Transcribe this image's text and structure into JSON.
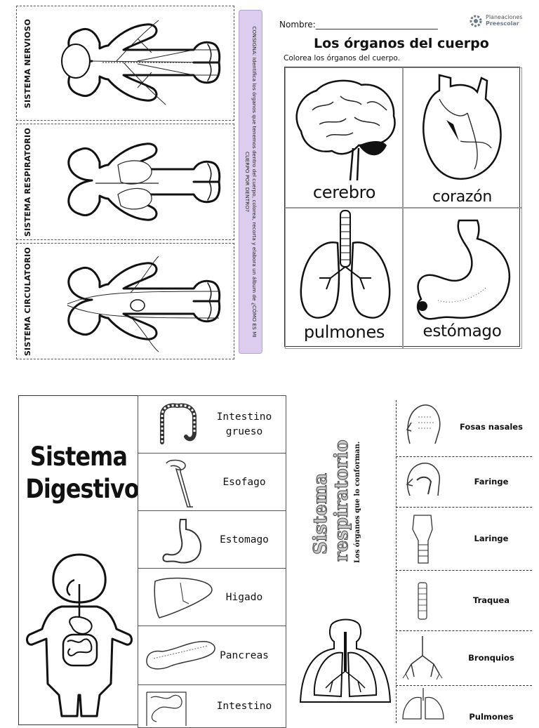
{
  "nervous_panels": [
    {
      "label": "SISTEMA NERVIOSO"
    },
    {
      "label": "SISTEMA RESPIRATORIO"
    },
    {
      "label": "SISTEMA CIRCULATORIO"
    }
  ],
  "instruction_strip": {
    "text": "CONSIGNA: Identifica los órganos que tenemos dentro del cuerpo, colorea, recorta y elabora un álbum de ¿CÓMO ES MI CUERPO POR DENTRO?"
  },
  "worksheet": {
    "name_label": "Nombre:",
    "name_line": "_____________________________",
    "brand_line1": "Planeaciones",
    "brand_line2": "Preescolar",
    "title": "Los órganos del cuerpo",
    "subtitle": "Colorea los órganos del cuerpo.",
    "organs": [
      {
        "name": "cerebro",
        "icon": "brain-icon"
      },
      {
        "name": "corazón",
        "icon": "heart-icon"
      },
      {
        "name": "pulmones",
        "icon": "lungs-icon"
      },
      {
        "name": "estómago",
        "icon": "stomach-icon"
      }
    ]
  },
  "digestive": {
    "title_line1": "Sistema",
    "title_line2": "Digestivo",
    "items": [
      {
        "label": "Intestino grueso",
        "icon": "large-intestine-icon"
      },
      {
        "label": "Esofago",
        "icon": "esophagus-icon"
      },
      {
        "label": "Estomago",
        "icon": "stomach-icon"
      },
      {
        "label": "Higado",
        "icon": "liver-icon"
      },
      {
        "label": "Pancreas",
        "icon": "pancreas-icon"
      },
      {
        "label": "Intestino",
        "icon": "small-intestine-icon"
      }
    ]
  },
  "respiratory": {
    "title_line1": "Sistema",
    "title_line2": "respiratorio",
    "note": "Los órganos que lo conforman.",
    "items": [
      {
        "label": "Fosas nasales",
        "icon": "nose-icon"
      },
      {
        "label": "Faringe",
        "icon": "pharynx-icon"
      },
      {
        "label": "Laringe",
        "icon": "larynx-icon"
      },
      {
        "label": "Traquea",
        "icon": "trachea-icon"
      },
      {
        "label": "Bronquios",
        "icon": "bronchi-icon"
      },
      {
        "label": "Pulmones",
        "icon": "lungs-icon"
      }
    ]
  }
}
